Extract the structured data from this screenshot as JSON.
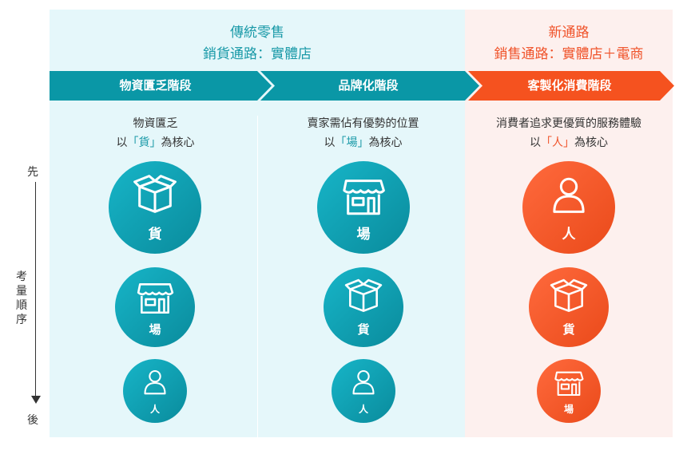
{
  "traditional": {
    "title": "傳統零售",
    "channel": "銷貨通路：實體店"
  },
  "new_channel": {
    "title": "新通路",
    "channel": "銷售通路：實體店＋電商"
  },
  "colors": {
    "teal": "#0a9aa8",
    "orange": "#f0532a",
    "teal_bg": "#e5f7fa",
    "orange_bg": "#fdf0ee"
  },
  "stages": [
    {
      "label": "物資匱乏階段",
      "desc1": "物資匱乏",
      "desc_pre": "以",
      "desc_hl": "「貨」",
      "desc_post": "為核心",
      "items": [
        {
          "icon": "box-icon",
          "label": "貨"
        },
        {
          "icon": "store-icon",
          "label": "場"
        },
        {
          "icon": "person-icon",
          "label": "人"
        }
      ]
    },
    {
      "label": "品牌化階段",
      "desc1": "賣家需佔有優勢的位置",
      "desc_pre": "以",
      "desc_hl": "「場」",
      "desc_post": "為核心",
      "items": [
        {
          "icon": "store-icon",
          "label": "場"
        },
        {
          "icon": "box-icon",
          "label": "貨"
        },
        {
          "icon": "person-icon",
          "label": "人"
        }
      ]
    },
    {
      "label": "客製化消費階段",
      "desc1": "消費者追求更優質的服務體驗",
      "desc_pre": "以",
      "desc_hl": "「人」",
      "desc_post": "為核心",
      "items": [
        {
          "icon": "person-icon",
          "label": "人"
        },
        {
          "icon": "box-icon",
          "label": "貨"
        },
        {
          "icon": "store-icon",
          "label": "場"
        }
      ]
    }
  ],
  "axis": {
    "top": "先",
    "label": "考量順序",
    "bottom": "後"
  }
}
